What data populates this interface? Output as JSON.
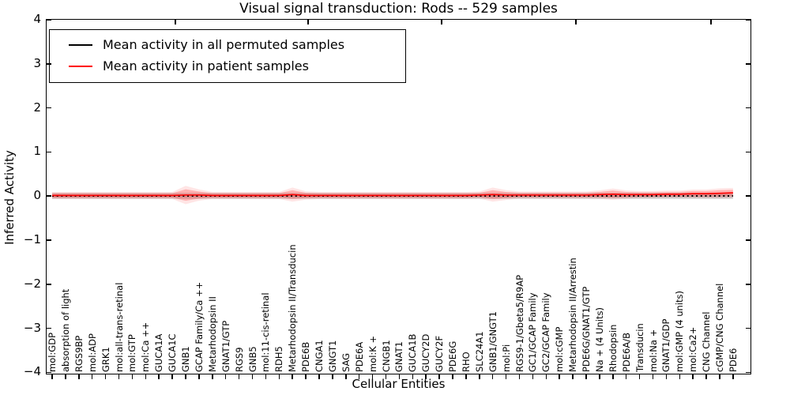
{
  "title": "Visual signal transduction: Rods -- 529 samples",
  "legend": {
    "items": [
      {
        "label": "Mean activity in all permuted samples",
        "color": "#000000"
      },
      {
        "label": "Mean activity in patient samples",
        "color": "#ff0000"
      }
    ]
  },
  "colors": {
    "permuted_line": "#000000",
    "patient_line": "#ff0000",
    "patient_band": "rgba(255,0,0,0.22)",
    "patient_band_outer": "rgba(255,0,0,0.10)",
    "permuted_band": "rgba(0,0,0,0.14)"
  },
  "chart_data": {
    "type": "line",
    "title": "Visual signal transduction: Rods -- 529 samples",
    "xlabel": "Cellular Entities",
    "ylabel": "Inferred Activity",
    "ylim": [
      -4,
      4
    ],
    "yticks": [
      4,
      3,
      2,
      1,
      0,
      -1,
      -2,
      -3,
      -4
    ],
    "ytick_labels": [
      "4",
      "3",
      "2",
      "1",
      "0",
      "−1",
      "−2",
      "−3",
      "−4"
    ],
    "grid": false,
    "legend_position": "upper left",
    "categories": [
      "mol:GDP",
      "absorption of light",
      "RGS9BP",
      "mol:ADP",
      "GRK1",
      "mol:all-trans-retinal",
      "mol:GTP",
      "mol:Ca ++",
      "GUCA1A",
      "GUCA1C",
      "GNB1",
      "GCAP Family/Ca ++",
      "Metarhodopsin II",
      "GNAT1/GTP",
      "RGS9",
      "GNB5",
      "mol:11-cis-retinal",
      "RDH5",
      "Metarhodopsin II/Transducin",
      "PDE6B",
      "CNGA1",
      "GNGT1",
      "SAG",
      "PDE6A",
      "mol:K +",
      "CNGB1",
      "GNAT1",
      "GUCA1B",
      "GUCY2D",
      "GUCY2F",
      "PDE6G",
      "RHO",
      "SLC24A1",
      "GNB1/GNGT1",
      "mol:Pi",
      "RGS9-1/Gbeta5/R9AP",
      "GC1/GCAP Family",
      "GC2/GCAP Family",
      "mol:cGMP",
      "Metarhodopsin II/Arrestin",
      "PDE6G/GNAT1/GTP",
      "Na + (4 Units)",
      "Rhodopsin",
      "PDE6A/B",
      "Transducin",
      "mol:Na +",
      "GNAT1/GDP",
      "mol:GMP (4 units)",
      "mol:Ca2+",
      "CNG Channel",
      "cGMP/CNG Channel",
      "PDE6"
    ],
    "series": [
      {
        "name": "Mean activity in all permuted samples",
        "color": "#000000",
        "style": "dotted",
        "band_halfwidth": 0.07,
        "values": [
          0,
          0,
          0,
          0,
          0,
          0,
          0,
          0,
          0,
          0,
          0,
          0,
          0,
          0,
          0,
          0,
          0,
          0,
          0,
          0,
          0,
          0,
          0,
          0,
          0,
          0,
          0,
          0,
          0,
          0,
          0,
          0,
          0,
          0,
          0,
          0,
          0,
          0,
          0,
          0,
          0,
          0,
          0,
          0,
          0,
          0,
          0,
          0,
          0,
          0,
          0,
          0
        ]
      },
      {
        "name": "Mean activity in patient samples",
        "color": "#ff0000",
        "style": "solid",
        "values": [
          0.01,
          0.01,
          0.01,
          0.01,
          0.01,
          0.01,
          0.01,
          0.01,
          0.01,
          0.01,
          0.02,
          0.02,
          0.01,
          0.01,
          0.01,
          0.01,
          0.01,
          0.01,
          0.03,
          0.01,
          0.01,
          0.01,
          0.01,
          0.01,
          0.01,
          0.01,
          0.01,
          0.01,
          0.01,
          0.01,
          0.01,
          0.01,
          0.02,
          0.03,
          0.02,
          0.02,
          0.02,
          0.02,
          0.02,
          0.02,
          0.02,
          0.03,
          0.04,
          0.03,
          0.03,
          0.03,
          0.04,
          0.04,
          0.05,
          0.05,
          0.06,
          0.07
        ],
        "spread": [
          0.05,
          0.05,
          0.05,
          0.05,
          0.05,
          0.05,
          0.05,
          0.05,
          0.05,
          0.05,
          0.13,
          0.08,
          0.05,
          0.05,
          0.05,
          0.05,
          0.05,
          0.05,
          0.1,
          0.06,
          0.05,
          0.05,
          0.05,
          0.05,
          0.05,
          0.05,
          0.05,
          0.05,
          0.05,
          0.05,
          0.05,
          0.05,
          0.05,
          0.1,
          0.07,
          0.05,
          0.05,
          0.05,
          0.05,
          0.05,
          0.05,
          0.06,
          0.08,
          0.06,
          0.05,
          0.05,
          0.05,
          0.05,
          0.06,
          0.06,
          0.07,
          0.07
        ]
      }
    ]
  }
}
